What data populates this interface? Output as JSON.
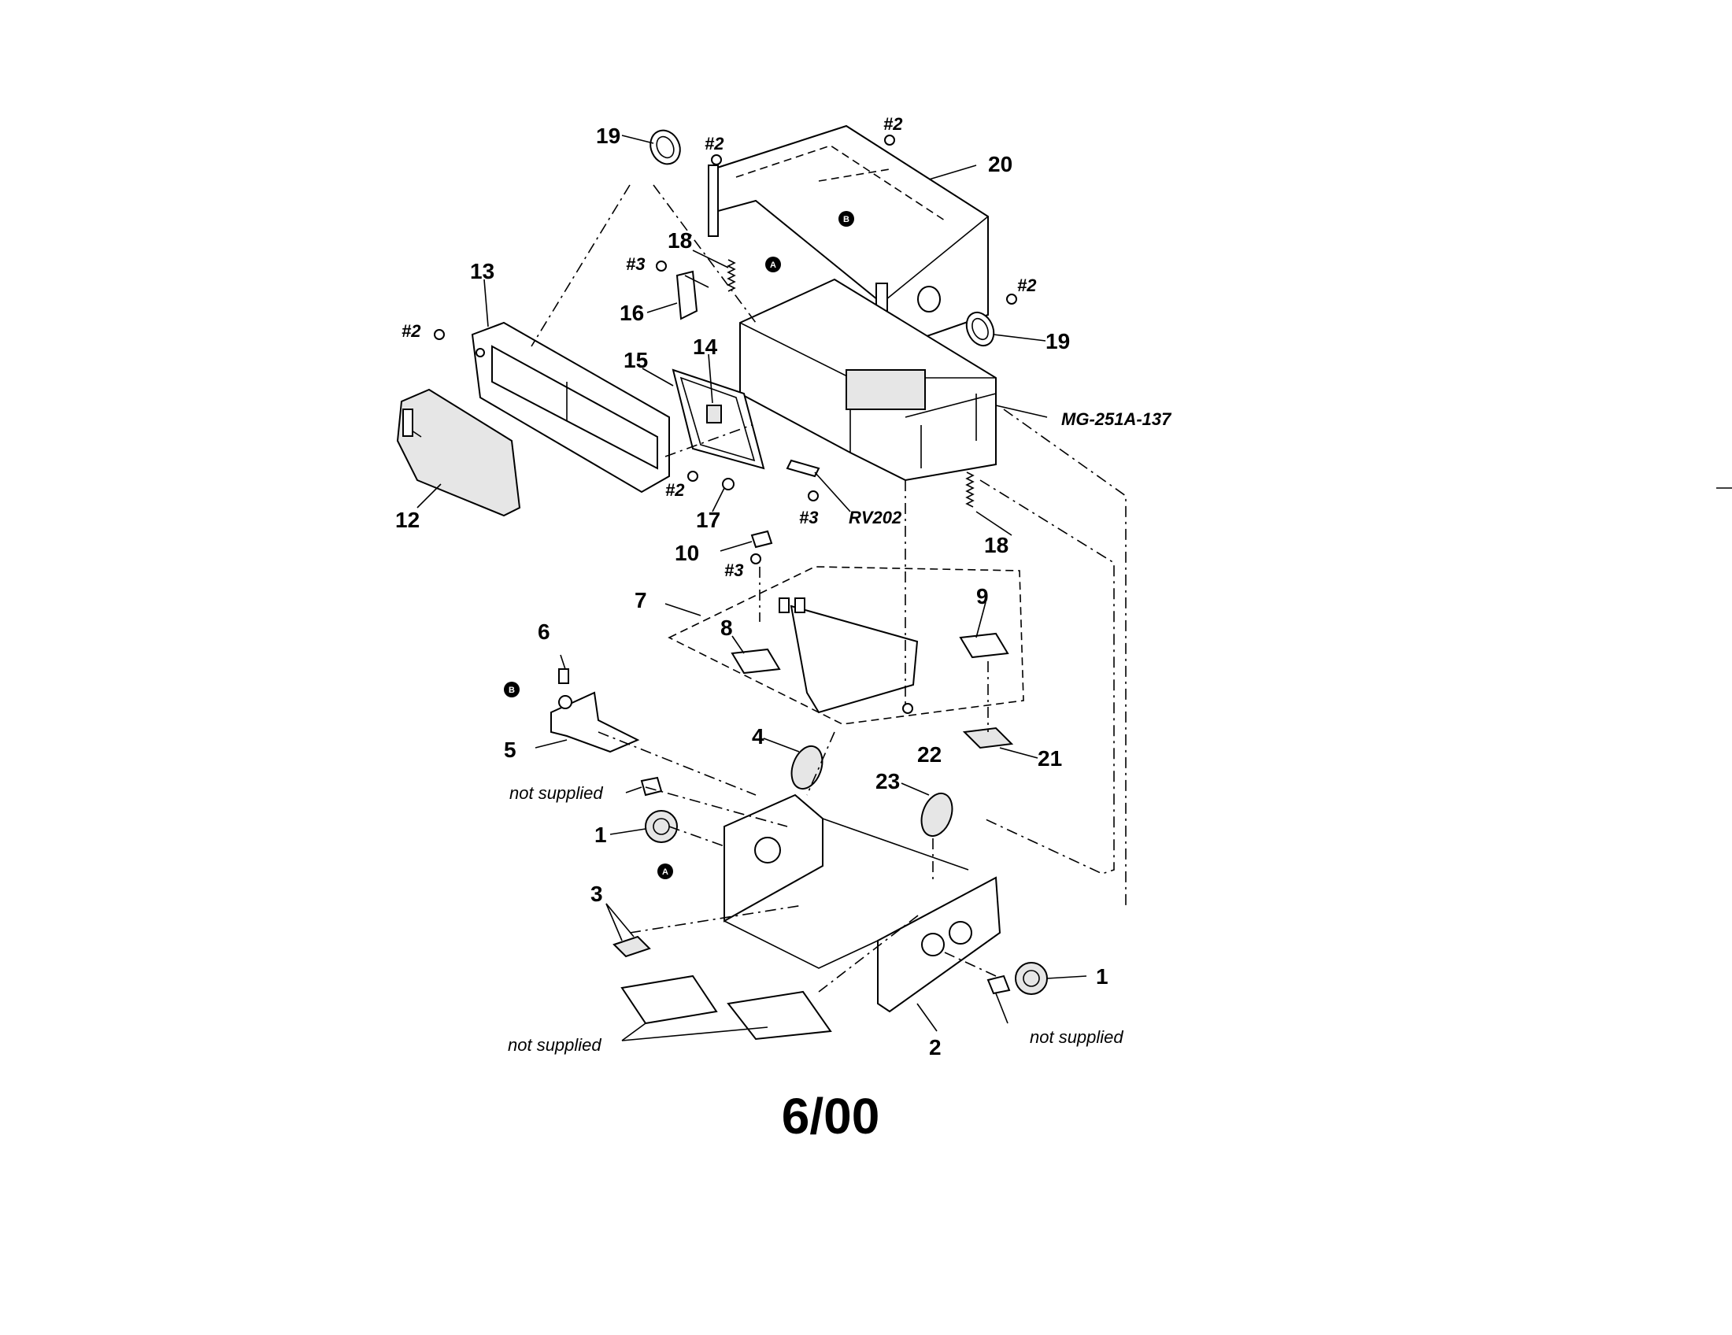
{
  "diagram": {
    "part_labels": {
      "p19_top": "19",
      "p19_right": "19",
      "p20": "20",
      "p18_top": "18",
      "p18_right": "18",
      "p16": "16",
      "p13": "13",
      "p15": "15",
      "p14": "14",
      "p12": "12",
      "p17": "17",
      "p10": "10",
      "p7": "7",
      "p8": "8",
      "p9": "9",
      "p6": "6",
      "p5": "5",
      "p4": "4",
      "p22": "22",
      "p21": "21",
      "p23": "23",
      "p1_left": "1",
      "p1_right": "1",
      "p3": "3",
      "p2": "2"
    },
    "screw_labels": {
      "s2_a": "#2",
      "s2_b": "#2",
      "s2_c": "#2",
      "s2_d": "#2",
      "s2_e": "#2",
      "s3_a": "#3",
      "s3_b": "#3",
      "s3_c": "#3"
    },
    "ref_labels": {
      "mg": "MG-251A-137",
      "rv": "RV202"
    },
    "markers": {
      "a": "A",
      "b": "B"
    },
    "notes": {
      "not_supplied_left": "not supplied",
      "not_supplied_bottom": "not supplied",
      "not_supplied_right": "not supplied"
    },
    "date_code": "6/00"
  }
}
